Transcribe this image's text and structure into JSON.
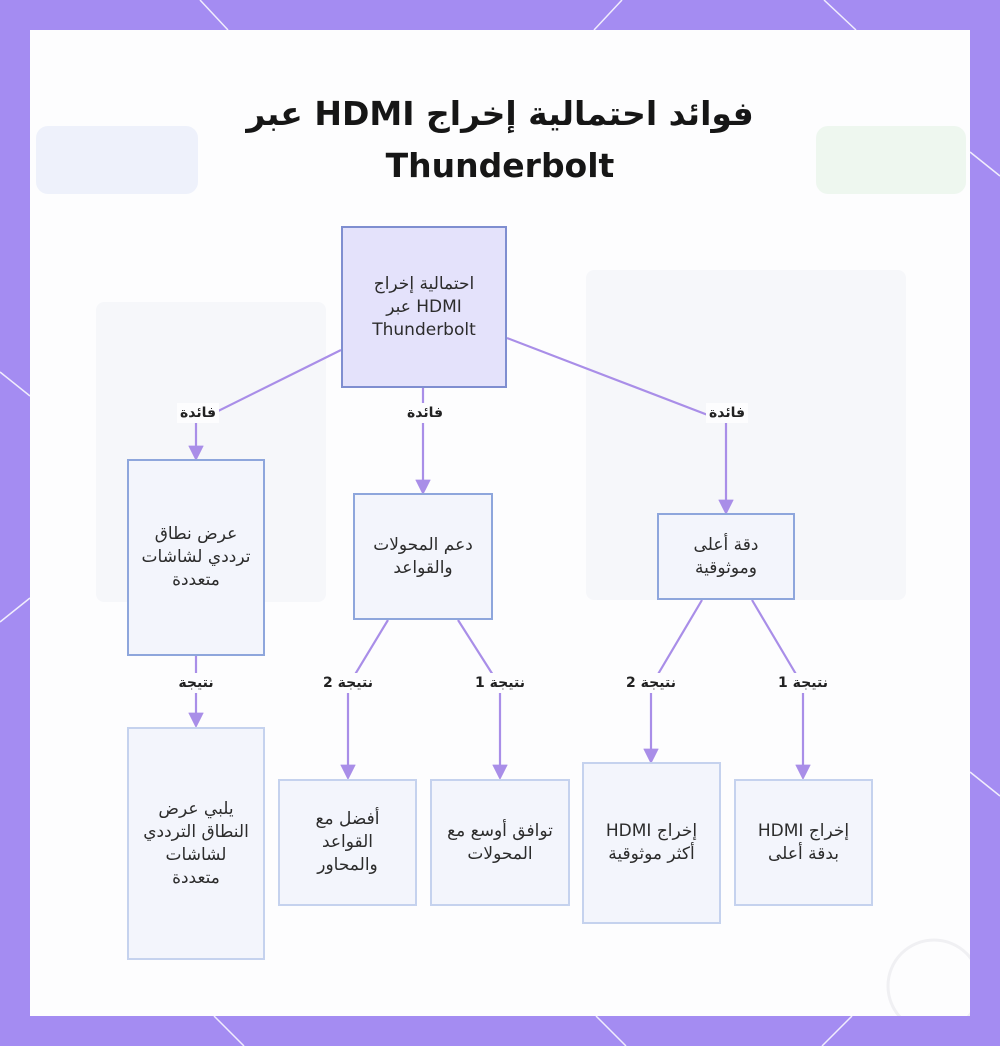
{
  "diagram": {
    "title_line1": "فوائد احتمالية إخراج HDMI عبر",
    "title_line2": "Thunderbolt",
    "nodes": {
      "root": "احتمالية إخراج HDMI عبر Thunderbolt",
      "benefit_left": "عرض نطاق ترددي لشاشات متعددة",
      "benefit_middle": "دعم المحولات والقواعد",
      "benefit_right": "دقة أعلى وموثوقية",
      "result_left": "يلبي عرض النطاق الترددي لشاشات متعددة",
      "result_mid_2": "أفضل مع القواعد والمحاور",
      "result_mid_1": "توافق أوسع مع المحولات",
      "result_right_2": "إخراج HDMI أكثر موثوقية",
      "result_right_1": "إخراج HDMI بدقة أعلى"
    },
    "edge_labels": {
      "benefit": "فائدة",
      "result": "نتيجة",
      "result_1": "نتيجة 1",
      "result_2": "نتيجة 2"
    },
    "colors": {
      "frame": "#a48cf2",
      "edge": "#a98ee8",
      "root_fill": "#e4e2fb",
      "node_fill": "#f3f5fc"
    }
  }
}
